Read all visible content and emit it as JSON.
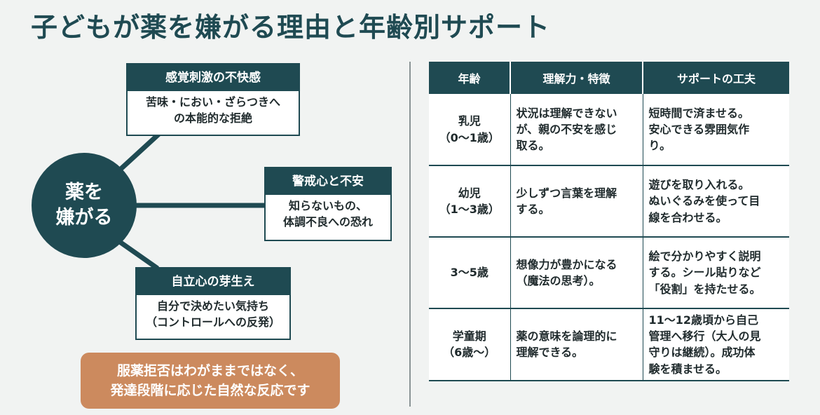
{
  "title": "子どもが薬を嫌がる理由と年齢別サポート",
  "center_label": "薬を\n嫌がる",
  "causes": [
    {
      "head": "感覚刺激の不快感",
      "body": "苦味・におい・ざらつきへ\nの本能的な拒絶"
    },
    {
      "head": "警戒心と不安",
      "body": "知らないもの、\n体調不良への恐れ"
    },
    {
      "head": "自立心の芽生え",
      "body": "自分で決めたい気持ち\n（コントロールへの反発）"
    }
  ],
  "note": "服薬拒否はわがままではなく、\n発達段階に応じた自然な反応です",
  "table": {
    "headers": [
      "年齢",
      "理解力・特徴",
      "サポートの工夫"
    ],
    "rows": [
      {
        "age": "乳児\n（0〜1歳）",
        "trait": "状況は理解できない\nが、親の不安を感じ\n取る。",
        "support": "短時間で済ませる。\n安心できる雰囲気作\nり。"
      },
      {
        "age": "幼児\n（1〜3歳）",
        "trait": "少しずつ言葉を理解\nする。",
        "support": "遊びを取り入れる。\nぬいぐるみを使って目\n線を合わせる。"
      },
      {
        "age": "3〜5歳",
        "trait": "想像力が豊かになる\n（魔法の思考）。",
        "support": "絵で分かりやすく説明\nする。シール貼りなど\n「役割」を持たせる。"
      },
      {
        "age": "学童期\n（6歳〜）",
        "trait": "薬の意味を論理的に\n理解できる。",
        "support": "11〜12歳頃から自己\n管理へ移行（大人の見\n守りは継続）。成功体\n験を積ませる。"
      }
    ]
  },
  "colors": {
    "primary": "#1f4a52",
    "accent": "#cc8a5e",
    "background": "#f1f3f2"
  }
}
